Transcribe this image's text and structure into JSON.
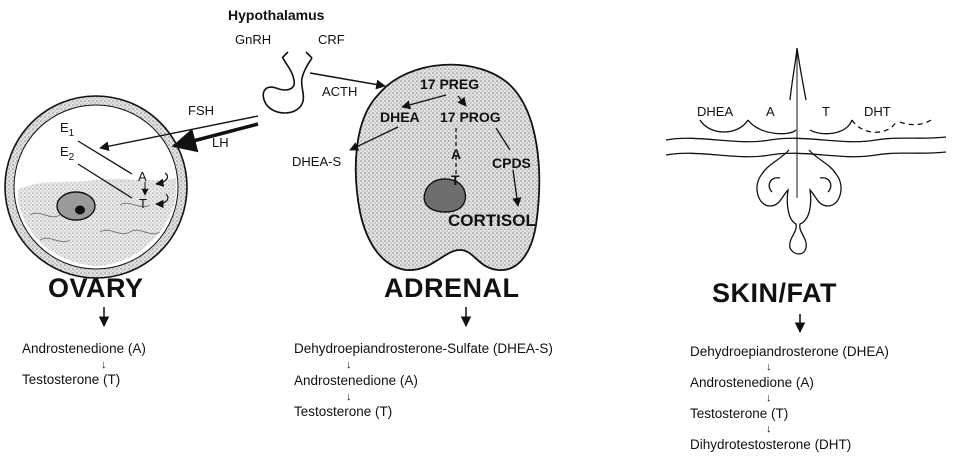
{
  "top": {
    "title": "Hypothalamus",
    "gnrh": "GnRH",
    "crf": "CRF",
    "acth": "ACTH",
    "fsh": "FSH",
    "lh": "LH"
  },
  "ovary": {
    "e1": "E",
    "e1_sub": "1",
    "e2": "E",
    "e2_sub": "2",
    "a": "A",
    "t": "T",
    "title": "OVARY",
    "list": [
      "Androstenedione (A)",
      "Testosterone (T)"
    ]
  },
  "adrenal": {
    "preg": "17 PREG",
    "dhea": "DHEA",
    "prog": "17 PROG",
    "a": "A",
    "t": "T",
    "cpds": "CPDS",
    "cortisol": "CORTISOL",
    "dheas": "DHEA-S",
    "title": "ADRENAL",
    "list": [
      "Dehydroepiandrosterone-Sulfate (DHEA-S)",
      "Androstenedione (A)",
      "Testosterone (T)"
    ]
  },
  "skin": {
    "dhea": "DHEA",
    "a": "A",
    "t": "T",
    "dht": "DHT",
    "title": "SKIN/FAT",
    "list": [
      "Dehydroepiandrosterone (DHEA)",
      "Androstenedione (A)",
      "Testosterone (T)",
      "Dihydrotestosterone (DHT)"
    ]
  },
  "colors": {
    "ink": "#111111",
    "tissue": "#d6d6d6",
    "rim": "#bdbdbd"
  }
}
